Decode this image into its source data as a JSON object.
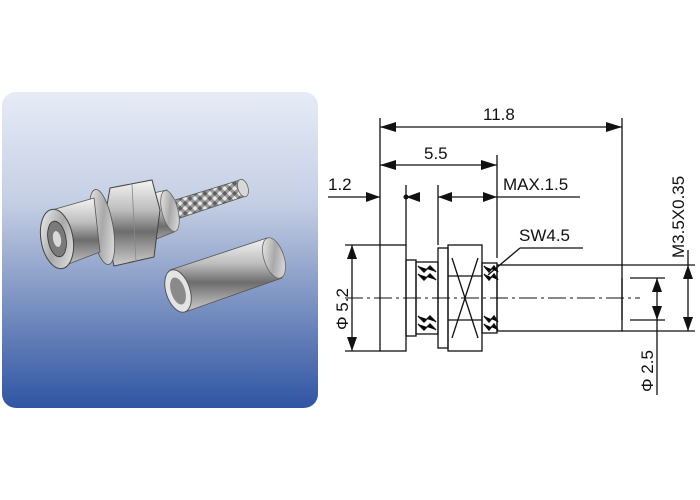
{
  "dimensions": {
    "overall_length": "11.8",
    "body_length": "5.5",
    "flange_thickness": "1.2",
    "panel_max": "MAX.1.5",
    "wrench_size": "SW4.5",
    "thread": "M3.5X0.35",
    "flange_diameter": "Φ 5.2",
    "crimp_diameter": "Φ 2.5"
  },
  "colors": {
    "panel_top": "#e6ebf6",
    "panel_bottom": "#2f55a3",
    "line": "#111111"
  }
}
